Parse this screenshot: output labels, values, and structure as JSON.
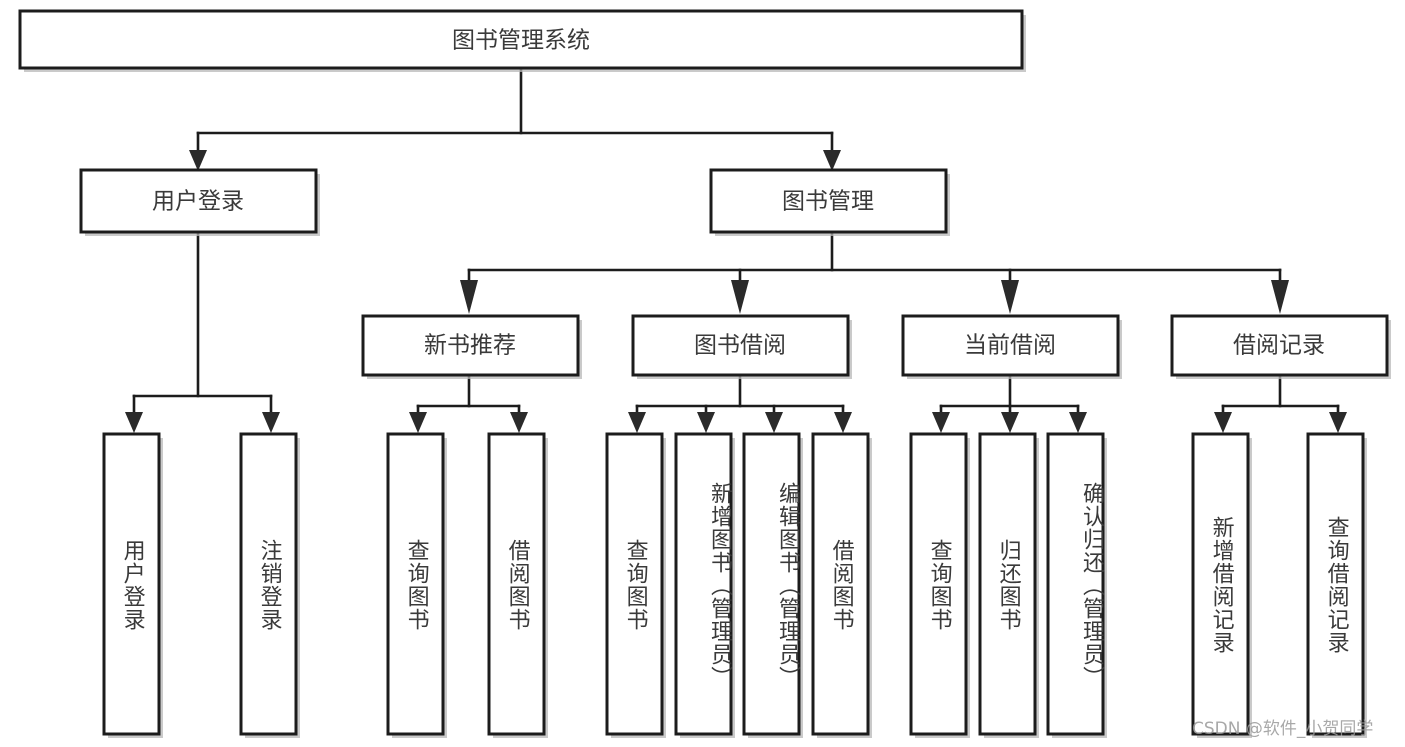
{
  "diagram": {
    "type": "hierarchy-tree",
    "title": "图书管理系统",
    "levels": 4,
    "colors": {
      "box_stroke": "#1c1c1c",
      "box_fill": "#ffffff",
      "text": "#3a3a3a",
      "connector": "#1c1c1c",
      "watermark": "#9a9a9a"
    },
    "root": {
      "label": "图书管理系统"
    },
    "level2": [
      {
        "label": "用户登录"
      },
      {
        "label": "图书管理"
      }
    ],
    "level3": [
      {
        "label": "新书推荐"
      },
      {
        "label": "图书借阅"
      },
      {
        "label": "当前借阅"
      },
      {
        "label": "借阅记录"
      }
    ],
    "leaves": {
      "user_login": [
        {
          "label": "用户登录"
        },
        {
          "label": "注销登录"
        }
      ],
      "new_book_recommend": [
        {
          "label": "查询图书"
        },
        {
          "label": "借阅图书"
        }
      ],
      "book_borrow": [
        {
          "label": "查询图书"
        },
        {
          "label": "新增图书（管理员）"
        },
        {
          "label": "编辑图书（管理员）"
        },
        {
          "label": "借阅图书"
        }
      ],
      "current_borrow": [
        {
          "label": "查询图书"
        },
        {
          "label": "归还图书"
        },
        {
          "label": "确认归还（管理员）"
        }
      ],
      "borrow_record": [
        {
          "label": "新增借阅记录"
        },
        {
          "label": "查询借阅记录"
        }
      ]
    }
  },
  "watermark": {
    "text": "CSDN @软件_小贺同学"
  }
}
